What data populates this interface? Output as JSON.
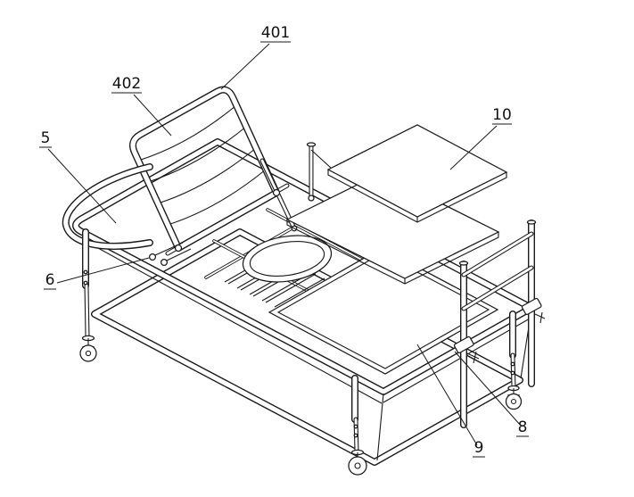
{
  "figure": {
    "background_color": "#ffffff",
    "line_color": "#1a1a1a"
  },
  "labels": {
    "l401": "401",
    "l402": "402",
    "l5": "5",
    "l6": "6",
    "l10": "10",
    "l8": "8",
    "l9": "9"
  }
}
